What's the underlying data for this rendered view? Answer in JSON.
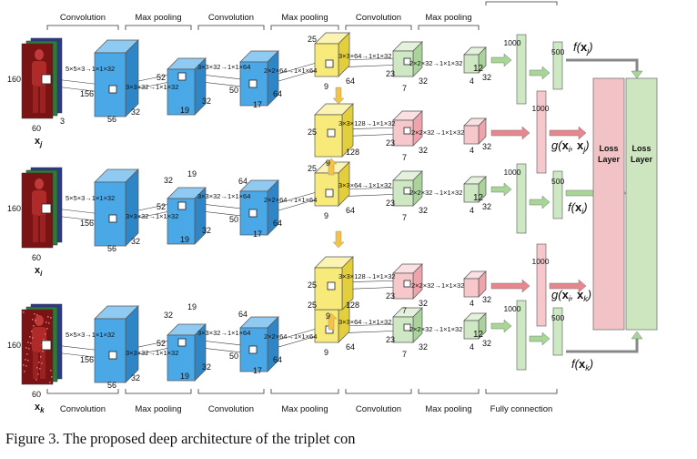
{
  "stage_labels": {
    "top": [
      "Convolution",
      "Max pooling",
      "Convolution",
      "Max pooling",
      "Convolution",
      "Max pooling"
    ],
    "bottom": [
      "Convolution",
      "Max pooling",
      "Convolution",
      "Max pooling",
      "Convolution",
      "Max pooling",
      "Fully connection"
    ]
  },
  "inputs": {
    "j": {
      "height": "160",
      "width": "60",
      "depth": "3",
      "label": "x",
      "sub": "j"
    },
    "i": {
      "height": "160",
      "width": "60",
      "label": "x",
      "sub": "i"
    },
    "k": {
      "height": "160",
      "width": "60",
      "label": "x",
      "sub": "k"
    }
  },
  "block_dims": {
    "conv1": {
      "a": "156",
      "b": "56",
      "c": "32"
    },
    "pool1": {
      "a": "52",
      "b": "19",
      "c": "32"
    },
    "conv2": {
      "a": "50",
      "b": "17",
      "c": "64"
    },
    "pool2": {
      "a": "25",
      "b": "9",
      "c": "64"
    },
    "conv3": {
      "a": "23",
      "b": "7",
      "c": "32"
    },
    "pool3": {
      "a": "12",
      "b": "4",
      "c": "32"
    },
    "pair": {
      "a": "25",
      "b": "9",
      "c": "128"
    }
  },
  "side_dims": {
    "pool1_top": "32",
    "pool1_top2": "19",
    "conv2_top": "64"
  },
  "kernels": {
    "k1": "5×5×3→1×1×32",
    "k2": "3×3×32→1×1×32",
    "k3": "3×3×32→1×1×64",
    "k4": "2×2×64→1×1×64",
    "k5": "3×3×64→1×1×32",
    "k6": "2×2×32→1×1×32",
    "k7": "3×3×128→1×1×32"
  },
  "fc": {
    "n1000": "1000",
    "n500": "500"
  },
  "outputs": {
    "fj": {
      "pre": "f(",
      "bold": "x",
      "sub": "j",
      "post": ")"
    },
    "fi": {
      "pre": "f(",
      "bold": "x",
      "sub": "i",
      "post": ")"
    },
    "fk": {
      "pre": "f(",
      "bold": "x",
      "sub": "k",
      "post": ")"
    },
    "gij": {
      "pre": "g(",
      "b1": "x",
      "s1": "i",
      "mid": ", ",
      "b2": "x",
      "s2": "j",
      "post": ")"
    },
    "gik": {
      "pre": "g(",
      "b1": "x",
      "s1": "i",
      "mid": ", ",
      "b2": "x",
      "s2": "k",
      "post": ")"
    }
  },
  "loss_layer": {
    "line1": "Loss",
    "line2": "Layer"
  },
  "caption": "Figure 3. The proposed deep architecture of the triplet con",
  "colors": {
    "blue": "#4aa8e6",
    "blue_side": "#2f86c6",
    "blue_top": "#8fcaf2",
    "yellow": "#f7ea7a",
    "yellow_side": "#e3cf3c",
    "yellow_top": "#fbf3b2",
    "green": "#cfe8c4",
    "green_side": "#a9d39a",
    "green_top": "#e4f2dc",
    "pink": "#f6c8cc",
    "pink_side": "#eda4aa",
    "pink_top": "#fae0e2",
    "arrow_orange": "#f5c242",
    "arrow_green": "#a7d696",
    "arrow_red": "#e7868f",
    "loss_pink": "#f1c2c6",
    "loss_green": "#cde6c0"
  }
}
